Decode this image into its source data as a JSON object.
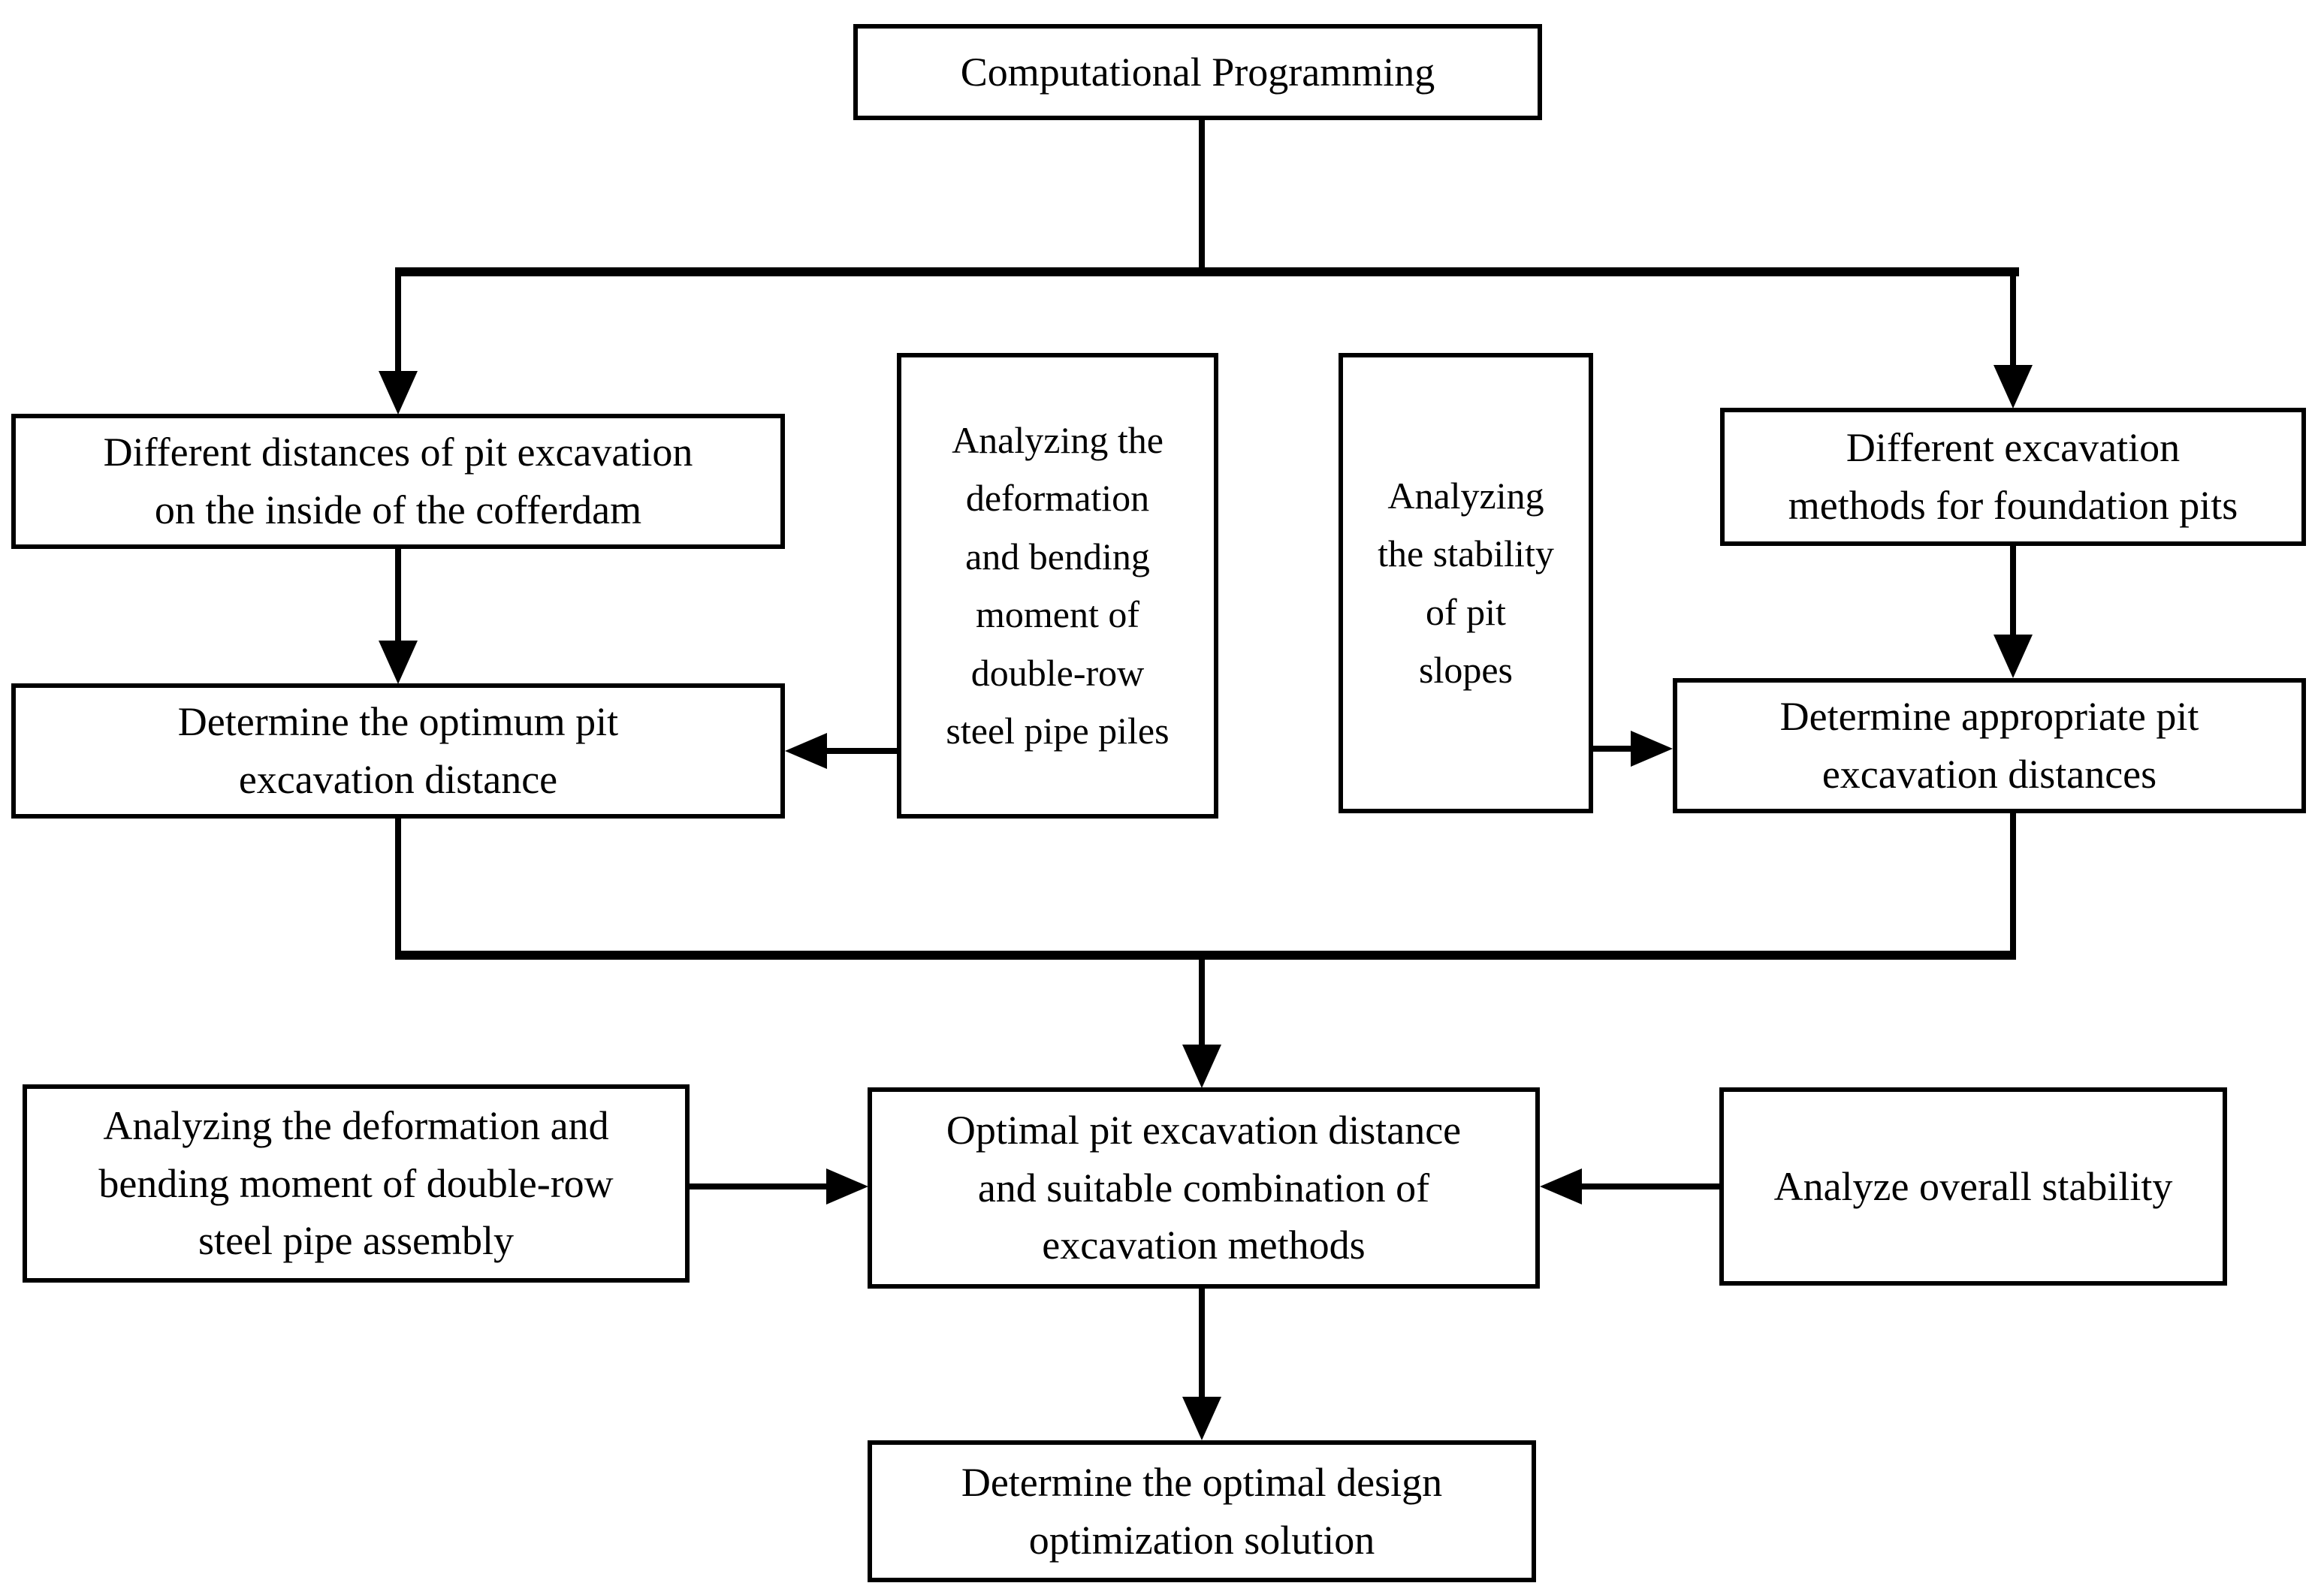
{
  "diagram": {
    "type": "flowchart",
    "colors": {
      "line": "#000000",
      "box_border": "#000000",
      "box_fill": "#ffffff",
      "text": "#000000",
      "background": "#ffffff"
    }
  },
  "nodes": {
    "computational_programming": {
      "label": "Computational Programming"
    },
    "different_distances": {
      "label": "Different distances of pit excavation\non the inside of the cofferdam"
    },
    "analyzing_piles": {
      "label": "Analyzing the\ndeformation\nand bending\nmoment of\ndouble-row\nsteel pipe piles"
    },
    "analyzing_slopes": {
      "label": "Analyzing\nthe stability\nof pit\nslopes"
    },
    "different_methods": {
      "label": "Different excavation\nmethods for foundation pits"
    },
    "determine_optimum": {
      "label": "Determine the optimum pit\nexcavation distance"
    },
    "determine_appropriate": {
      "label": "Determine appropriate pit\nexcavation distances"
    },
    "analyzing_assembly": {
      "label": "Analyzing the deformation and\nbending moment of double-row\nsteel pipe assembly"
    },
    "optimal_combination": {
      "label": "Optimal pit excavation distance\nand suitable combination of\nexcavation methods"
    },
    "analyze_overall": {
      "label": "Analyze overall stability"
    },
    "determine_optimal_design": {
      "label": "Determine the optimal design\noptimization solution"
    }
  },
  "edges": [
    {
      "from": "computational_programming",
      "to": "different_distances"
    },
    {
      "from": "computational_programming",
      "to": "different_methods"
    },
    {
      "from": "different_distances",
      "to": "determine_optimum"
    },
    {
      "from": "analyzing_piles",
      "to": "determine_optimum"
    },
    {
      "from": "analyzing_slopes",
      "to": "determine_appropriate"
    },
    {
      "from": "different_methods",
      "to": "determine_appropriate"
    },
    {
      "from": "determine_optimum",
      "to": "optimal_combination"
    },
    {
      "from": "determine_appropriate",
      "to": "optimal_combination"
    },
    {
      "from": "analyzing_assembly",
      "to": "optimal_combination"
    },
    {
      "from": "analyze_overall",
      "to": "optimal_combination"
    },
    {
      "from": "optimal_combination",
      "to": "determine_optimal_design"
    }
  ]
}
